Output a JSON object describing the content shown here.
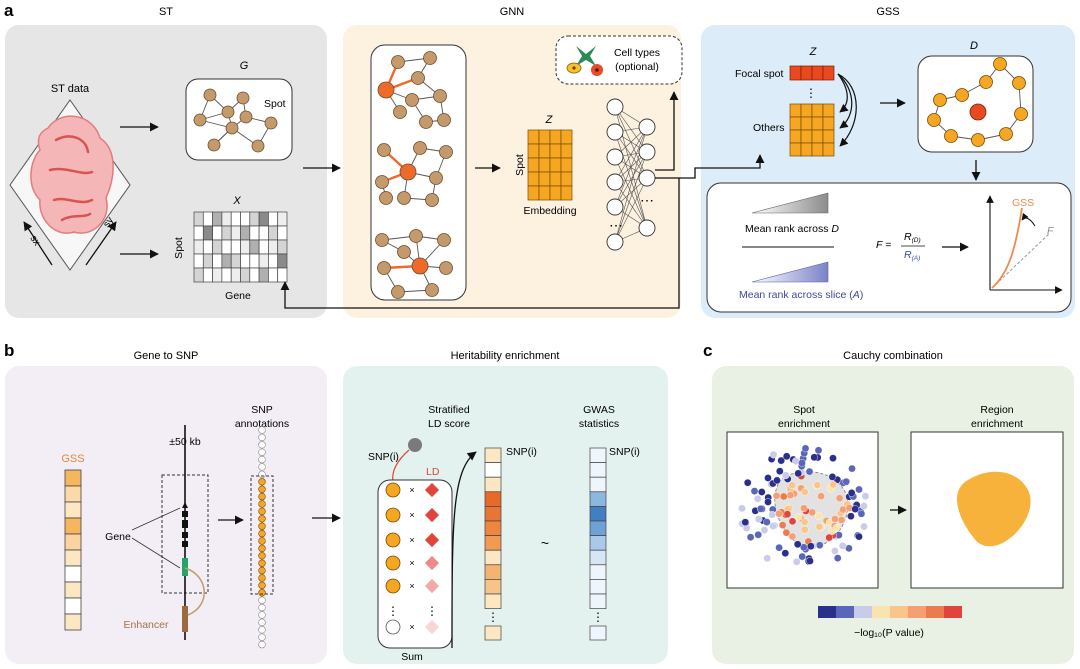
{
  "panel_a": {
    "letter": "a",
    "st": {
      "title": "ST",
      "st_data": "ST data",
      "axis_sx": "sx",
      "axis_sy": "sy",
      "g_label": "G",
      "spot_label": "Spot",
      "x_label": "X",
      "x_spot": "Spot",
      "x_gene": "Gene"
    },
    "gnn": {
      "title": "GNN",
      "z_label": "Z",
      "spot_label": "Spot",
      "embedding": "Embedding",
      "cell_types_line1": "Cell types",
      "cell_types_line2": "(optional)",
      "ellipsis": "⋯"
    },
    "gss": {
      "title": "GSS",
      "z_label": "Z",
      "focal_spot": "Focal spot",
      "others": "Others",
      "d_label": "D",
      "mean_rank_d": "Mean rank across ",
      "mean_rank_d_var": "D",
      "mean_rank_a": "Mean rank across slice (",
      "mean_rank_a_var": "A",
      "mean_rank_a_end": ")",
      "f_lhs": "F =",
      "f_num": "R",
      "f_num_sub": "(D)",
      "f_den": "R",
      "f_den_sub": "(A)",
      "curve_label": "GSS",
      "ref_label": "F"
    }
  },
  "panel_b": {
    "letter": "b",
    "gene_to_snp": {
      "title": "Gene to SNP",
      "gss": "GSS",
      "window": "±50 kb",
      "gene": "Gene",
      "enhancer": "Enhancer",
      "snp_annotations_line1": "SNP",
      "snp_annotations_line2": "annotations"
    },
    "heritability": {
      "title": "Heritability enrichment",
      "stratified_line1": "Stratified",
      "stratified_line2": "LD score",
      "gwas_line1": "GWAS",
      "gwas_line2": "statistics",
      "snp_i": "SNP(i)",
      "ld": "LD",
      "sum": "Sum",
      "times": "×",
      "tilde": "~",
      "vdots": "⋮"
    }
  },
  "panel_c": {
    "letter": "c",
    "title": "Cauchy combination",
    "spot_line1": "Spot",
    "spot_line2": "enrichment",
    "region_line1": "Region",
    "region_line2": "enrichment",
    "pvalue_label": "−log₁₀(P value)",
    "legend_colors": [
      "#2b2f8c",
      "#5a66b8",
      "#c8cce8",
      "#fbe3b0",
      "#f9c58a",
      "#f5a074",
      "#ec7b4d",
      "#e0443a"
    ]
  },
  "colors": {
    "st_bg": "#e6e6e6",
    "gnn_bg": "#fdf1e0",
    "gss_bg": "#dcecf8",
    "b1_bg": "#f3eef6",
    "b2_bg": "#e3f2ef",
    "c_bg": "#e8f1e3",
    "node": "#c49a6c",
    "focal": "#ee6a2b",
    "orange": "#f5a623",
    "blue": "#3b6bb0"
  }
}
